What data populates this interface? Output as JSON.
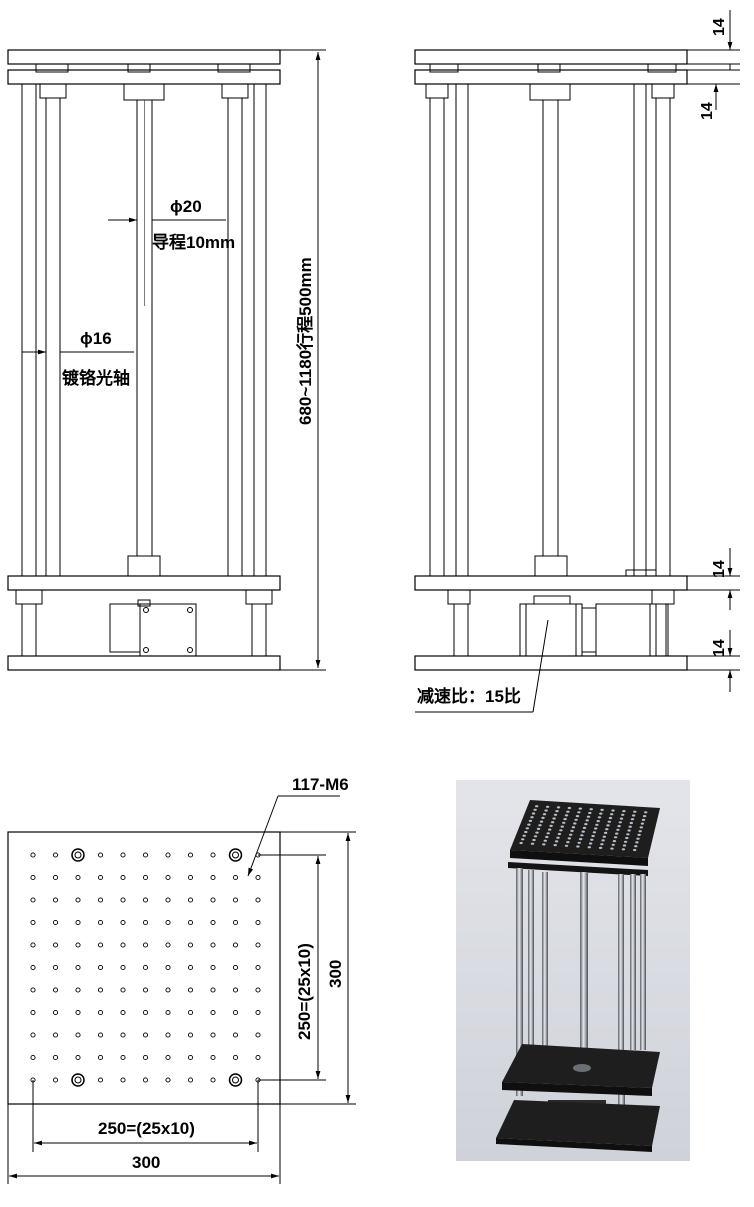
{
  "front_view": {
    "ball_screw_diameter": "ϕ20",
    "ball_screw_lead": "导程10mm",
    "guide_shaft_diameter": "ϕ16",
    "guide_shaft_label": "镀铬光轴",
    "overall_height": "680~1180行程500mm"
  },
  "side_view": {
    "top_plate_thickness": "14",
    "second_plate_thickness": "14",
    "lower_plate_thickness": "14",
    "base_plate_thickness": "14",
    "reduction_ratio": "减速比：15比"
  },
  "top_view": {
    "hole_spec": "117-M6",
    "hole_span_x": "250=(25x10)",
    "plate_width": "300",
    "hole_span_y": "250=(25x10)",
    "plate_height": "300"
  },
  "render": {
    "background": "#d9dce2",
    "plate_color": "#1e1e1e"
  }
}
